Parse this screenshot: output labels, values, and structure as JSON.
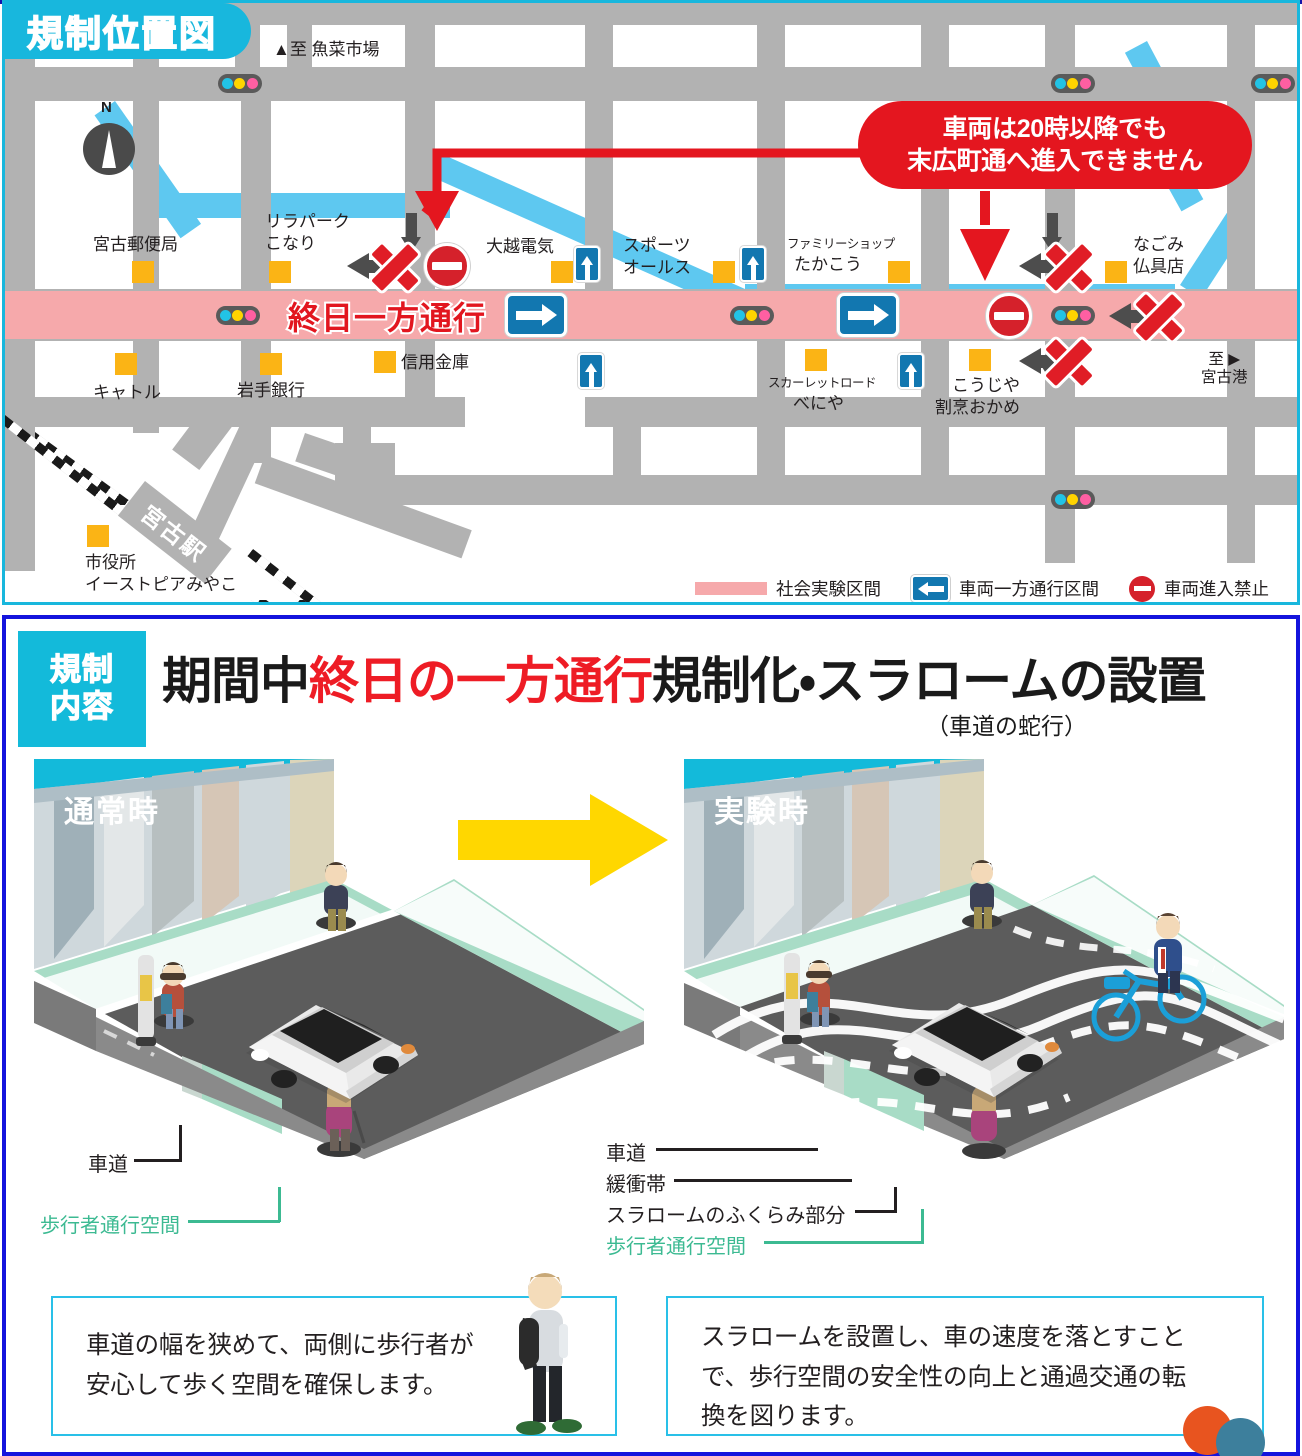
{
  "map": {
    "title": "規制位置図",
    "to_market": "▲至 魚菜市場",
    "to_port": "至 ▶\n宮古港",
    "to_port_line1": "至 ▶",
    "to_port_line2": "宮古港",
    "compass_letter": "N",
    "station": "宮古駅",
    "band_text": "終日一方通行",
    "callout": {
      "line1": "車両は20時以降でも",
      "line2": "末広町通へ進入できません"
    },
    "pois": [
      {
        "label": "宮古郵便局"
      },
      {
        "label": "リラパーク\nこなり"
      },
      {
        "label": "大越電気"
      },
      {
        "label": "スポーツ\nオールス"
      },
      {
        "label": "ファミリーショップ\nたかこう"
      },
      {
        "label": "なごみ\n仏具店"
      },
      {
        "label": "キャトル"
      },
      {
        "label": "岩手銀行"
      },
      {
        "label": "信用金庫"
      },
      {
        "label": "スカーレットロード\nべにや"
      },
      {
        "label": "こうじや\n割烹おかめ"
      },
      {
        "label": "市役所\nイーストピアみやこ"
      }
    ],
    "poi_labels": {
      "post_office": "宮古郵便局",
      "lilapark_1": "リラパーク",
      "lilapark_2": "こなり",
      "okoshi": "大越電気",
      "sports_1": "スポーツ",
      "sports_2": "オールス",
      "family_1": "ファミリーショップ",
      "family_2": "たかこう",
      "nagomi_1": "なごみ",
      "nagomi_2": "仏具店",
      "cattle": "キャトル",
      "iwate_bank": "岩手銀行",
      "shinkin": "信用金庫",
      "scarlet_1": "スカーレットロード",
      "scarlet_2": "べにや",
      "kouji_1": "こうじや",
      "kouji_2": "割烹おかめ",
      "cityhall_1": "市役所",
      "cityhall_2": "イーストピアみやこ"
    },
    "legend": [
      {
        "icon": "pink-band",
        "label": "社会実験区間"
      },
      {
        "icon": "one-way-sign-icon",
        "label": "車両一方通行区間"
      },
      {
        "icon": "no-entry-icon",
        "label": "車両進入禁止"
      }
    ]
  },
  "content": {
    "badge_line1": "規制",
    "badge_line2": "内容",
    "title_part1": "期間中",
    "title_highlight": "終日の一方通行",
    "title_part2": "規制化・スラロームの設置",
    "subtitle": "（車道の蛇行）",
    "panels": [
      {
        "label": "通常時",
        "annotations": [
          {
            "text": "車道",
            "color": "black"
          },
          {
            "text": "歩行者通行空間",
            "color": "green"
          }
        ]
      },
      {
        "label": "実験時",
        "annotations": [
          {
            "text": "車道",
            "color": "black"
          },
          {
            "text": "緩衝帯",
            "color": "black"
          },
          {
            "text": "スラロームのふくらみ部分",
            "color": "black"
          },
          {
            "text": "歩行者通行空間",
            "color": "green"
          }
        ]
      }
    ],
    "notes": [
      {
        "line1": "車道の幅を狭めて、両側に歩行者が",
        "line2": "安心して歩く空間を確保します。",
        "line3": ""
      },
      {
        "line1": "スラロームを設置し、車の速度を落とすこと",
        "line2": "で、歩行空間の安全性の向上と通過交通の転",
        "line3": "換を図ります。"
      }
    ]
  },
  "colors": {
    "cyan": "#18b7dd",
    "blue_border": "#1414dd",
    "red": "#e4161f",
    "pink_band": "#f6a9ab",
    "road_gray": "#b2b2b2",
    "river_blue": "#5ec8f0",
    "poi_orange": "#fbb415",
    "sign_blue": "#1277b0",
    "green": "#3cba92",
    "yellow_arrow": "#ffd700"
  }
}
